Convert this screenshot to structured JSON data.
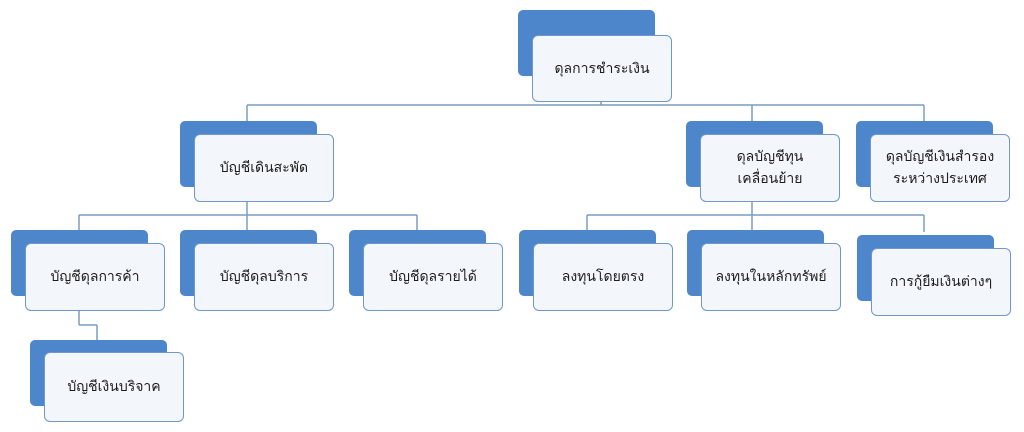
{
  "nodes": {
    "root": "ดุลการชำระเงิน",
    "current_account": "บัญชีเดินสะพัด",
    "capital_account": "ดุลบัญชีทุน\nเคลื่อนย้าย",
    "reserve_account": "ดุลบัญชีเงินสำรอง\nระหว่างประเทศ",
    "trade_account": "บัญชีดุลการค้า",
    "service_account": "บัญชีดุลบริการ",
    "income_account": "บัญชีดุลรายได้",
    "transfer_account": "บัญชีเงินบริจาค",
    "direct_investment": "ลงทุนโดยตรง",
    "securities_investment": "ลงทุนในหลักทรัพย์",
    "loans": "การกู้ยืมเงินต่างๆ"
  },
  "colors": {
    "shadow": "#4e86cc",
    "face": "#f3f7fc",
    "border": "#6f98c8",
    "connector": "#7a9cc0"
  }
}
